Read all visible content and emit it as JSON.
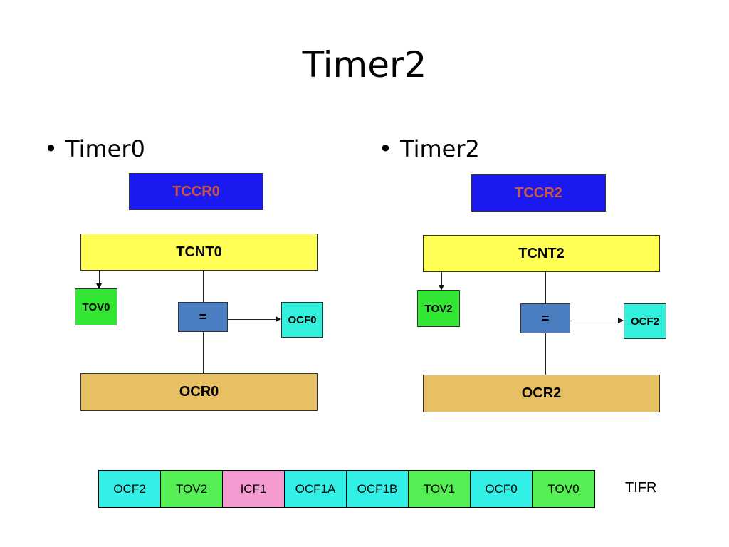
{
  "title": "Timer2",
  "left": {
    "bullet": "Timer0",
    "tccr": "TCCR0",
    "tcnt": "TCNT0",
    "tov": "TOV0",
    "compare": "=",
    "ocf": "OCF0",
    "ocr": "OCR0"
  },
  "right": {
    "bullet": "Timer2",
    "tccr": "TCCR2",
    "tcnt": "TCNT2",
    "tov": "TOV2",
    "compare": "=",
    "ocf": "OCF2",
    "ocr": "OCR2"
  },
  "tifr": {
    "label": "TIFR",
    "cells": [
      {
        "label": "OCF2",
        "color": "#33f0e6"
      },
      {
        "label": "TOV2",
        "color": "#55ee55"
      },
      {
        "label": "ICF1",
        "color": "#f39ad0"
      },
      {
        "label": "OCF1A",
        "color": "#33f0e6"
      },
      {
        "label": "OCF1B",
        "color": "#33f0e6"
      },
      {
        "label": "TOV1",
        "color": "#55ee55"
      },
      {
        "label": "OCF0",
        "color": "#33f0e6"
      },
      {
        "label": "TOV0",
        "color": "#55ee55"
      }
    ]
  },
  "colors": {
    "tccr_fill": "#1a1af0",
    "tccr_text": "#d2563c",
    "tcnt_fill": "#ffff55",
    "ocr_fill": "#e8c064",
    "tov_fill": "#33e633",
    "ocf_fill": "#33f0dc",
    "compare_fill": "#4a7ec0"
  }
}
